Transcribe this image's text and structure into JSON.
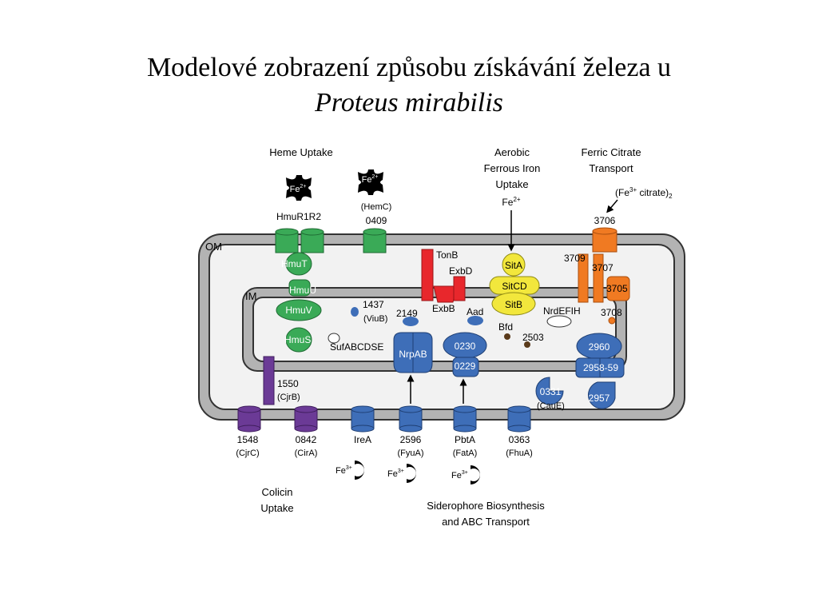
{
  "title": {
    "line1": "Modelové zobrazení způsobu získávání železa u",
    "line2": "Proteus mirabilis"
  },
  "colors": {
    "heme": "#3aaa57",
    "tonb": "#e8272c",
    "sit": "#f2e73c",
    "citrate": "#f07a22",
    "blue": "#3e6eb8",
    "purple": "#6b3a96",
    "brown": "#5a3a1a",
    "membrane_gray": "#b3b3b3",
    "membrane_outline": "#333333",
    "inner_fill": "#f2f2f2"
  },
  "groups": {
    "heme_uptake": "Heme Uptake",
    "aerobic_1": "Aerobic",
    "aerobic_2": "Ferrous Iron",
    "aerobic_3": "Uptake",
    "citrate_1": "Ferric Citrate",
    "citrate_2": "Transport",
    "colicin_1": "Colicin",
    "colicin_2": "Uptake",
    "sidero_1": "Siderophore Biosynthesis",
    "sidero_2": "and ABC Transport"
  },
  "membranes": {
    "om": "OM",
    "im": "IM"
  },
  "ions": {
    "fe2": "Fe",
    "fe2_sup": "2+",
    "fe3": "Fe",
    "fe3_sup": "3+",
    "citrate_open": "(Fe",
    "citrate_sup": "3+",
    "citrate_close": " citrate)",
    "citrate_sub": "2"
  },
  "labels": {
    "hmur1r2": "HmuR1R2",
    "hemc": "(HemC)",
    "p0409": "0409",
    "hmut": "HmuT",
    "hmuu": "HmuU",
    "hmuv": "HmuV",
    "hmus": "HmuS",
    "p1437": "1437",
    "viub": "(ViuB)",
    "sufabcdse": "SufABCDSE",
    "tonb": "TonB",
    "exbd": "ExbD",
    "exbb": "ExbB",
    "p2149": "2149",
    "aad": "Aad",
    "bfd": "Bfd",
    "p2503": "2503",
    "sita": "SitA",
    "sitcd": "SitCD",
    "sitb": "SitB",
    "nrdefih": "NrdEFIH",
    "p3706": "3706",
    "p3709": "3709",
    "p3707": "3707",
    "p3705": "3705",
    "p3708": "3708",
    "nrpab": "NrpAB",
    "p0230": "0230",
    "p0229": "0229",
    "p2960": "2960",
    "p2958": "2958-59",
    "p2957": "2957",
    "p0331": "0331",
    "cauf": "(CauE)",
    "p1550": "1550",
    "cjrb": "(CjrB)",
    "p1548": "1548",
    "cjrc": "(CjrC)",
    "p0842": "0842",
    "cira": "(CirA)",
    "irea": "IreA",
    "p2596": "2596",
    "fyua": "(FyuA)",
    "pbta": "PbtA",
    "fata": "(FatA)",
    "p0363": "0363",
    "fhua": "(FhuA)"
  },
  "icons": {
    "heme": "heme-molecule-icon",
    "siderophore": "siderophore-chelator-icon"
  }
}
